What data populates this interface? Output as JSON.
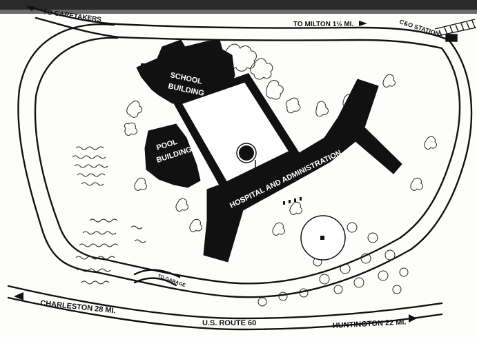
{
  "map": {
    "labels": {
      "to_caretakers": "TO CARETAKERS",
      "to_milton": "TO MILTON 1½ MI.",
      "co_station": "C&O STATION",
      "school_building_line1": "SCHOOL",
      "school_building_line2": "BUILDING",
      "pool_building_line1": "POOL",
      "pool_building_line2": "BUILDING",
      "hospital_admin": "HOSPITAL AND ADMINISTRATION",
      "to_garage": "TO GARAGE",
      "charleston": "CHARLESTON 28 MI.",
      "us_route": "U.S. ROUTE 60",
      "huntington": "HUNTINGTON 22 MI."
    },
    "colors": {
      "ink": "#111111",
      "building": "#111111",
      "paper": "#fdfdfb",
      "header_band": "#2a2a2a"
    }
  }
}
